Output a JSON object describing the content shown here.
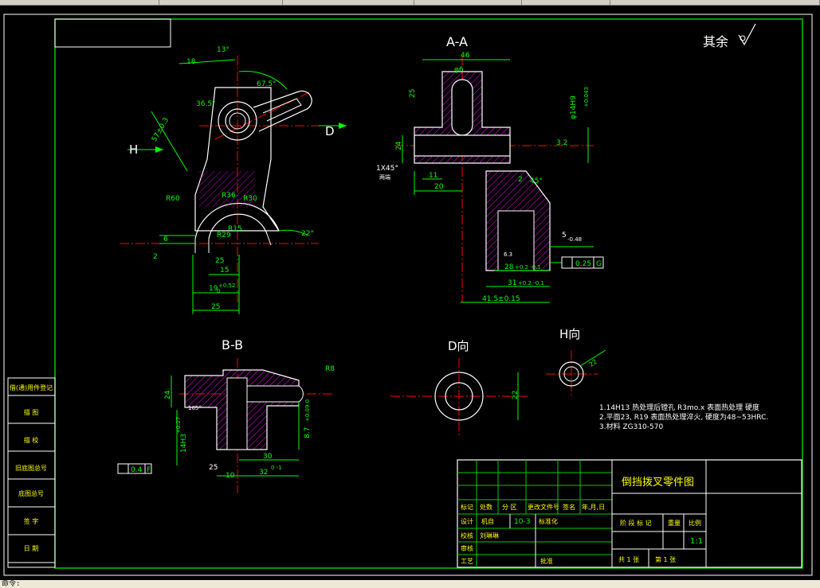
{
  "app": {
    "command_line": "命令:"
  },
  "colors": {
    "background": "#000000",
    "outline": "#ffffff",
    "dimension": "#00ff00",
    "centerline": "#ff0000",
    "hatch": "#ff00ff",
    "frame_green": "#00cc00"
  },
  "drawing": {
    "roughness_note": "其余",
    "section_aa": "A-A",
    "section_bb": "B-B",
    "view_d": "D向",
    "view_h": "H向",
    "arrow_d": "D",
    "arrow_h": "H",
    "notes": [
      "1.14H13 热处理后镗孔 R3mo.x 表面热处理 硬度",
      "2.平面23, R19 表面热处理淬火, 硬度为48~53HRC.",
      "3.材料 ZG310-570"
    ],
    "dims_main": {
      "d13": "13°",
      "d18": "18",
      "d67": "67.5°",
      "d36": "36.5°",
      "d57": "57±0.3",
      "r60": "R60",
      "r30": "R30",
      "r36": "R36",
      "r15": "R15",
      "r29": "R29",
      "d2": "2",
      "d6": "6",
      "d25a": "25",
      "d15": "15",
      "d19": "19",
      "d19tol": "+0.52",
      "d19low": "0",
      "d25": "25",
      "a22": "22°"
    },
    "dims_aa": {
      "d46": "46",
      "phi6": "φ6",
      "d25": "25",
      "d14h9": "φ14H9",
      "tol14": "+0.043",
      "low14": "0",
      "d24": "24",
      "d32": "3.2",
      "chamfer": "1X45°",
      "chamfer_sub": "两端",
      "d11": "11",
      "d20": "20",
      "d2": "2",
      "a45": "45°",
      "d5": "5",
      "tol5": "-0.48",
      "d28": "28",
      "tol28": "+0.2 -0.1",
      "d31": "31",
      "tol31": "+0.2 -0.1",
      "d41": "41.5±0.15",
      "ftol": "0.25",
      "fref": "G",
      "d63": "6.3"
    },
    "dims_bb": {
      "d24": "24",
      "d14h3": "14H3",
      "tol14": "+0.27",
      "low14": "0",
      "d30": "30",
      "d32": "32",
      "tol32": "0 -1",
      "d10": "10",
      "d8": "R8",
      "d87": "8.7",
      "tol87": "+0.09 0",
      "d25": "25",
      "sym": "0.4",
      "symref": "F",
      "d165": "165°"
    },
    "dims_d": {
      "d22": "22"
    },
    "dims_h": {
      "d22": "22"
    }
  },
  "left_strip": [
    "借(通)用件登记",
    "描 图",
    "描 校",
    "旧底图总号",
    "底图总号",
    "签 字",
    "日 期"
  ],
  "title_block": {
    "title": "倒挡拨叉零件图",
    "header_cols": [
      "标记",
      "处数",
      "分 区",
      "更改文件号",
      "签名",
      "年,月,日"
    ],
    "row_design": [
      "设计",
      "机自",
      "10-3",
      "标准化"
    ],
    "row_check": [
      "校核",
      "",
      "",
      ""
    ],
    "row_review": [
      "审核",
      "",
      "",
      ""
    ],
    "row_process": [
      "工艺",
      "",
      "批准",
      ""
    ],
    "stage_header": [
      "阶 段 标 记",
      "重量",
      "比例"
    ],
    "scale": "1:1",
    "sheets": [
      "共 1 张",
      "第 1 张"
    ],
    "label_name": "刘琳琳"
  }
}
